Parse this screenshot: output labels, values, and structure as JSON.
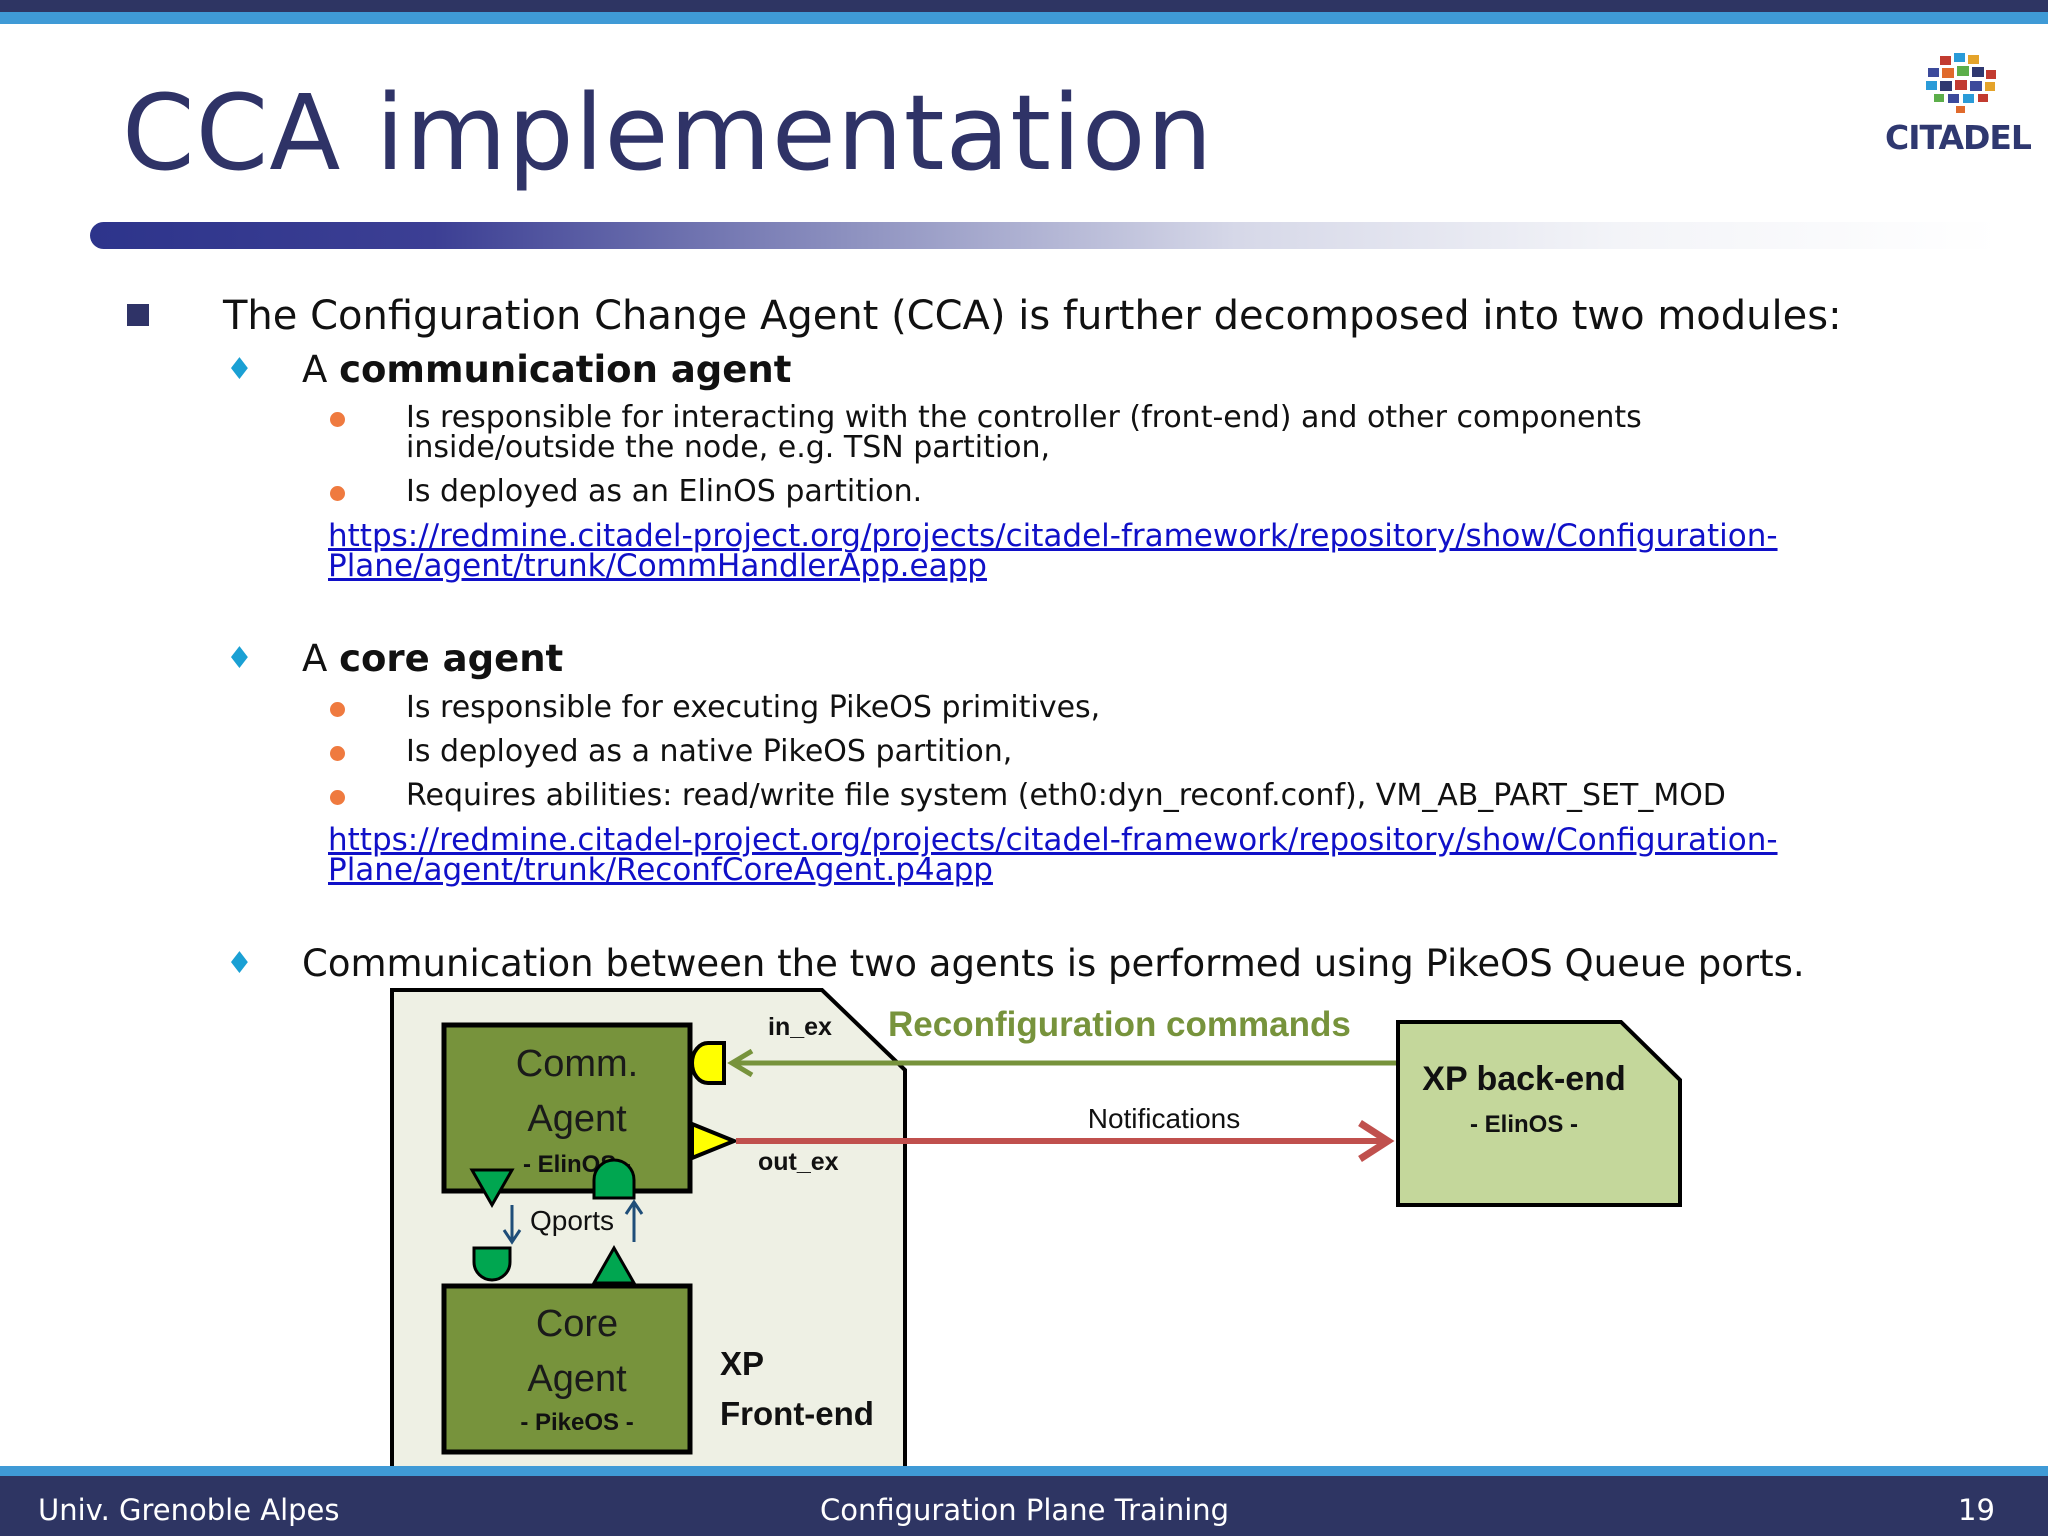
{
  "slide": {
    "title": "CCA implementation",
    "logo_text": "CITADEL",
    "main_bullet": "The Configuration Change Agent (CCA) is further decomposed into two modules:",
    "section1": {
      "prefix": "A ",
      "bold": "communication agent",
      "items": [
        "Is responsible for interacting with the controller (front-end) and other components",
        "inside/outside the node, e.g. TSN partition,",
        "Is deployed as an ElinOS partition."
      ],
      "link_line1": "https://redmine.citadel-project.org/projects/citadel-framework/repository/show/Configuration-",
      "link_line2": "Plane/agent/trunk/CommHandlerApp.eapp"
    },
    "section2": {
      "prefix": "A ",
      "bold": "core agent",
      "items": [
        "Is responsible for executing PikeOS primitives,",
        "Is deployed as a native PikeOS partition,",
        "Requires abilities: read/write file system (eth0:dyn_reconf.conf), VM_AB_PART_SET_MOD"
      ],
      "link_line1": "https://redmine.citadel-project.org/projects/citadel-framework/repository/show/Configuration-",
      "link_line2": "Plane/agent/trunk/ReconfCoreAgent.p4app"
    },
    "section3": "Communication between the two agents is performed using PikeOS Queue ports."
  },
  "diagram": {
    "comm_agent_line1": "Comm.",
    "comm_agent_line2": "Agent",
    "comm_agent_os": "- ElinOS -",
    "core_agent_line1": "Core",
    "core_agent_line2": "Agent",
    "core_agent_os": "- PikeOS -",
    "qports": "Qports",
    "in_ex": "in_ex",
    "out_ex": "out_ex",
    "frontend_line1": "XP",
    "frontend_line2": "Front-end",
    "reconf_label": "Reconfiguration commands",
    "notifications_label": "Notifications",
    "backend_title": "XP back-end",
    "backend_os": "- ElinOS -",
    "colors": {
      "agent_green": "#77933c",
      "frontend_bg": "#eef0e4",
      "backend_bg": "#c4d79b",
      "reconf_arrow": "#77933c",
      "notif_arrow": "#c0504d",
      "yellow_port": "#ffff00",
      "green_port": "#00a650"
    }
  },
  "footer": {
    "left": "Univ. Grenoble Alpes",
    "center": "Configuration Plane Training",
    "page": "19"
  }
}
